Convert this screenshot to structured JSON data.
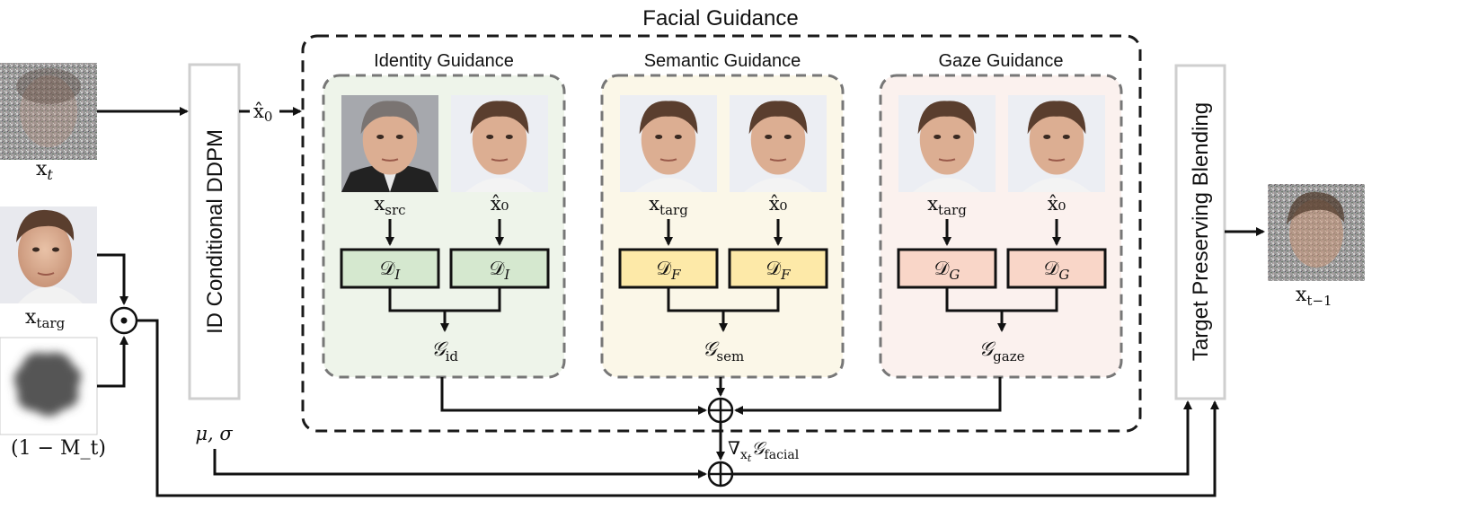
{
  "title": "Facial Guidance",
  "ddpm_label": "ID Conditional DDPM",
  "blend_label": "Target Preserving Blending",
  "x0_hat": "x̂₀",
  "left_inputs": {
    "noisy_label": "x_t",
    "target_label": "x_targ",
    "mask_label": "(1 − M_t)"
  },
  "output_label": "x_{t−1}",
  "mu_sigma": "μ, σ",
  "gradient_label": "∇_{x_t} 𝒢_facial",
  "panels": [
    {
      "title": "Identity Guidance",
      "input_a": "x_src",
      "input_b": "x̂₀",
      "disc": "𝒟_I",
      "output": "𝒢_id",
      "bg": "#eef4ea",
      "disc_fill": "#d5e8cf"
    },
    {
      "title": "Semantic Guidance",
      "input_a": "x_targ",
      "input_b": "x̂₀",
      "disc": "𝒟_F",
      "output": "𝒢_sem",
      "bg": "#fbf7e8",
      "disc_fill": "#fde9a8"
    },
    {
      "title": "Gaze Guidance",
      "input_a": "x_targ",
      "input_b": "x̂₀",
      "disc": "𝒟_G",
      "output": "𝒢_gaze",
      "bg": "#fbf1ee",
      "disc_fill": "#f9d6c8"
    }
  ],
  "colors": {
    "identity": "#d5e8cf",
    "semantic": "#fde9a8",
    "gaze": "#f9d6c8"
  }
}
